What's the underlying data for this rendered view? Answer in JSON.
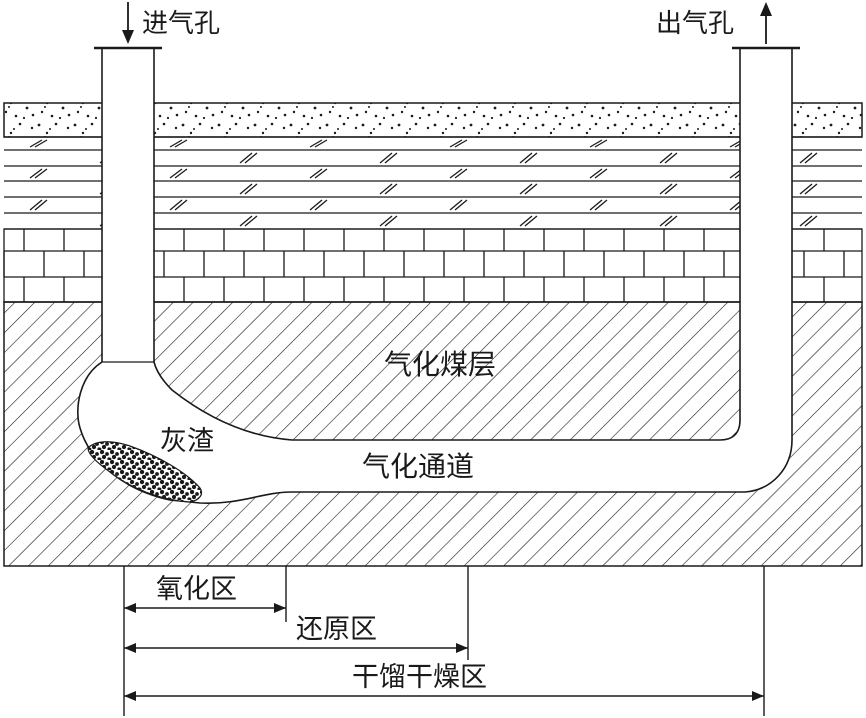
{
  "labels": {
    "inlet": "进气孔",
    "outlet": "出气孔",
    "coal_seam": "气化煤层",
    "ash": "灰渣",
    "channel": "气化通道",
    "oxidation_zone": "氧化区",
    "reduction_zone": "还原区",
    "pyrolysis_drying_zone": "干馏干燥区"
  },
  "colors": {
    "stroke": "#1a1a1a",
    "background": "#ffffff"
  }
}
